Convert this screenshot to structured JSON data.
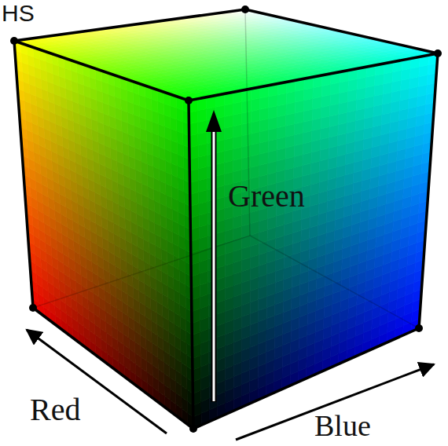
{
  "diagram": {
    "labels": [
      "HS",
      "Green",
      "Red",
      "Blue"
    ]
  }
}
